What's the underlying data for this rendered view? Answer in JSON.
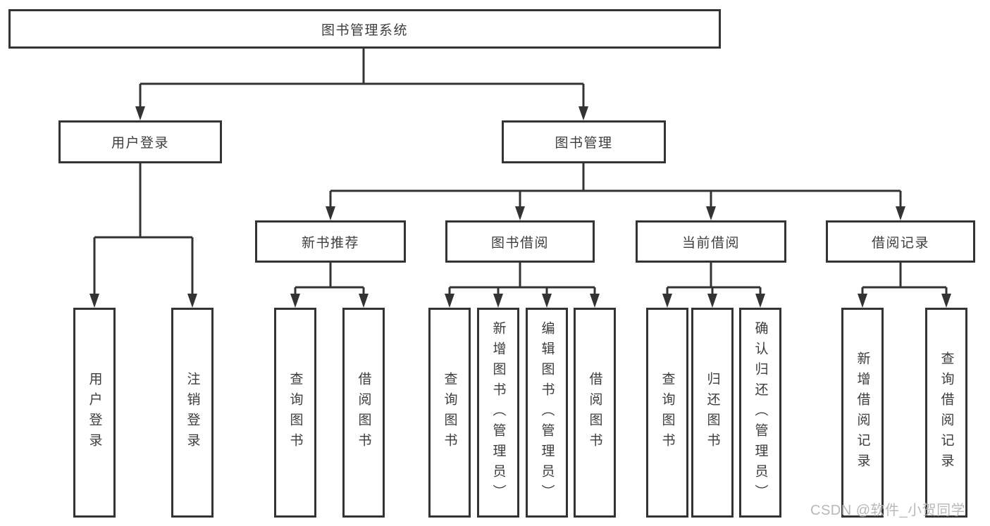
{
  "tree": {
    "label": "图书管理系统",
    "children": [
      {
        "label": "用户登录",
        "children": [
          {
            "label": "用户登录"
          },
          {
            "label": "注销登录"
          }
        ]
      },
      {
        "label": "图书管理",
        "children": [
          {
            "label": "新书推荐",
            "children": [
              {
                "label": "查询图书"
              },
              {
                "label": "借阅图书"
              }
            ]
          },
          {
            "label": "图书借阅",
            "children": [
              {
                "label": "查询图书"
              },
              {
                "label": "新增图书（管理员）"
              },
              {
                "label": "编辑图书（管理员）"
              },
              {
                "label": "借阅图书"
              }
            ]
          },
          {
            "label": "当前借阅",
            "children": [
              {
                "label": "查询图书"
              },
              {
                "label": "归还图书"
              },
              {
                "label": "确认归还（管理员）"
              }
            ]
          },
          {
            "label": "借阅记录",
            "children": [
              {
                "label": "新增借阅记录"
              },
              {
                "label": "查询借阅记录"
              }
            ]
          }
        ]
      }
    ]
  },
  "watermark": "CSDN @软件_小贺同学",
  "colors": {
    "line": "#333333",
    "text": "#3d3d3d",
    "background": "#ffffff",
    "watermark": "#b3b3b3"
  }
}
